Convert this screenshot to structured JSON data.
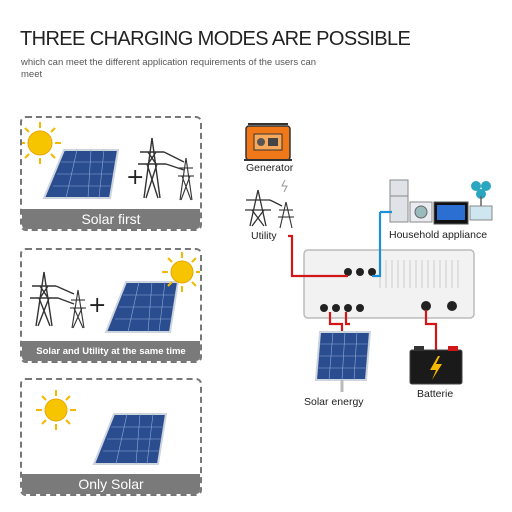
{
  "header": {
    "title": "THREE CHARGING MODES ARE POSSIBLE",
    "subtitle": "which can meet the different application requirements of the users can meet"
  },
  "modes": [
    {
      "label": "Solar first"
    },
    {
      "label": "Solar and Utility at the same time"
    },
    {
      "label": "Only Solar"
    }
  ],
  "diagram": {
    "generator_label": "Generator",
    "utility_label": "Utility",
    "household_label": "Household appliance",
    "solar_label": "Solar energy",
    "battery_label": "Batterie"
  },
  "colors": {
    "wire_red": "#d01818",
    "wire_blue": "#1d8fd8",
    "band_gray": "#7a7a7a",
    "panel_blue": "#2a4d8f",
    "sun_yellow": "#f5b800"
  }
}
